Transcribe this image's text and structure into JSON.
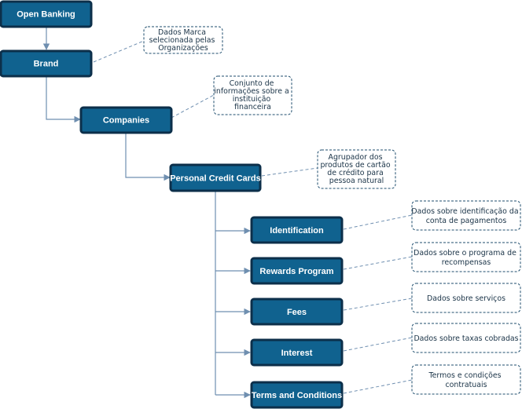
{
  "nodes": {
    "open_banking": "Open Banking",
    "brand": "Brand",
    "companies": "Companies",
    "personal_credit_cards": "Personal Credit Cards",
    "identification": "Identification",
    "rewards_program": "Rewards Program",
    "fees": "Fees",
    "interest": "Interest",
    "terms_and_conditions": "Terms and Conditions"
  },
  "notes": {
    "brand": [
      "Dados Marca",
      "selecionada pelas",
      "Organizações"
    ],
    "companies": [
      "Conjunto de",
      "informações sobre a",
      "instituição",
      "financeira"
    ],
    "personal_credit_cards": [
      "Agrupador dos",
      "produtos de cartão",
      "de crédito para",
      "pessoa natural"
    ],
    "identification": [
      "Dados sobre identificação da",
      "conta de pagamentos"
    ],
    "rewards_program": [
      "Dados sobre o programa de",
      "recompensas"
    ],
    "fees": [
      "Dados sobre serviços"
    ],
    "interest": [
      "Dados sobre taxas cobradas"
    ],
    "terms_and_conditions": [
      "Termos e condições",
      "contratuais"
    ]
  },
  "colors": {
    "node_fill": "#10628f",
    "node_border": "#0c2f4a",
    "connector": "#6f8fb0",
    "note_border": "#1f4e6e"
  }
}
